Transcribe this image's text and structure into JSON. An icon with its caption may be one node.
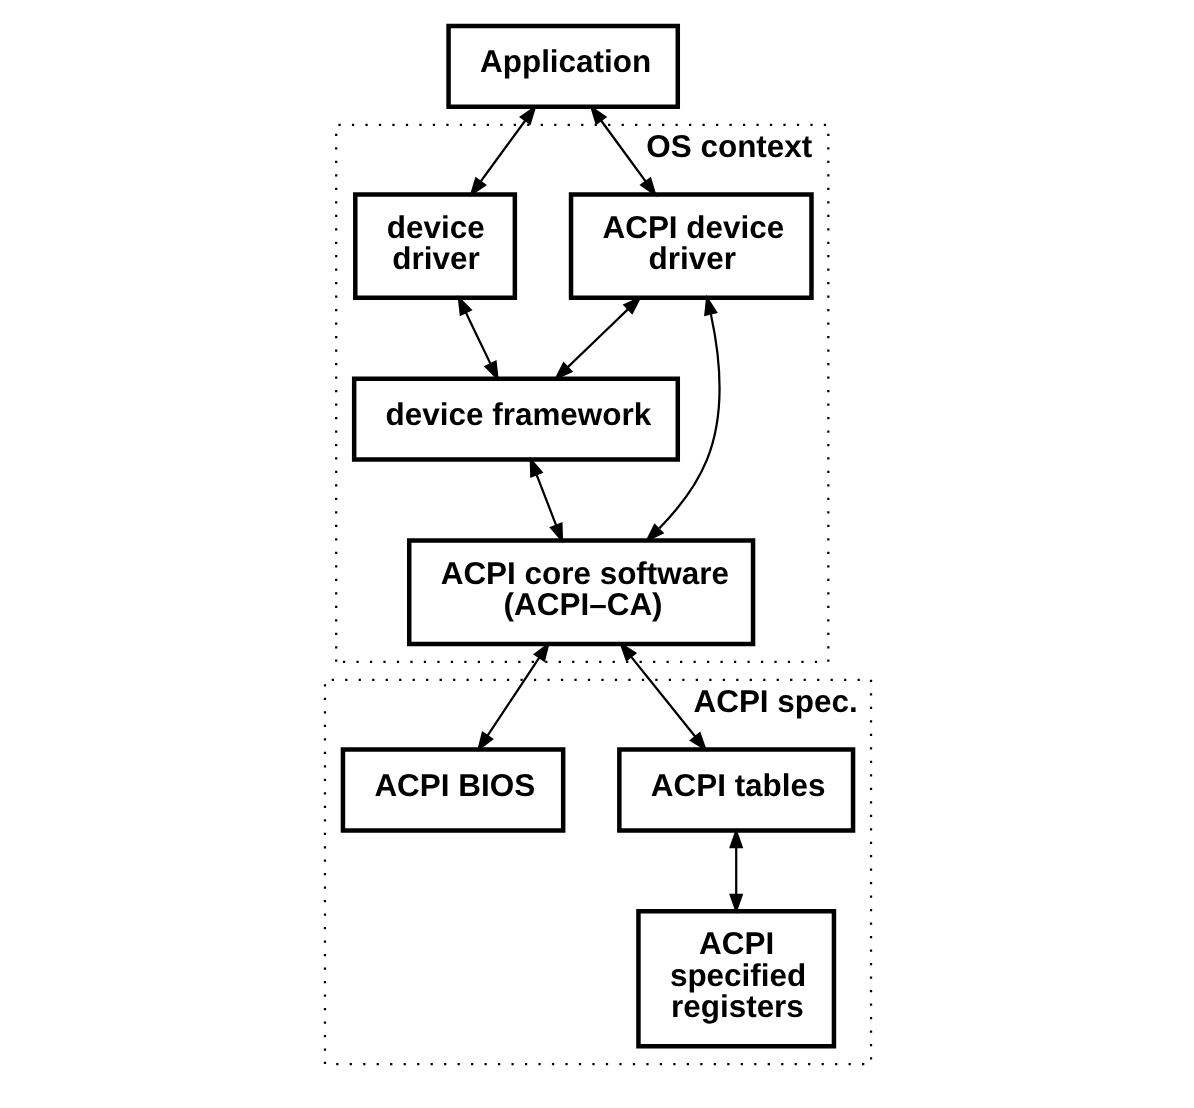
{
  "diagram": {
    "nodes": [
      {
        "text": [
          "Application"
        ]
      },
      {
        "text": [
          "OS context"
        ]
      },
      {
        "text": [
          "device driver"
        ],
        "in": 1
      },
      {
        "text": [
          "ACPI device driver"
        ],
        "in": 1
      },
      {
        "text": [
          "device framework"
        ],
        "in": 1
      },
      {
        "text": [
          "ACPI core software (ACPI–CA)"
        ],
        "in": 1
      },
      {
        "text": [
          "ACPI spec."
        ]
      },
      {
        "text": [
          "ACPI BIOS"
        ],
        "in": 6
      },
      {
        "text": [
          "ACPI tables"
        ],
        "in": 6
      },
      {
        "text": [
          "ACPI specified registers"
        ],
        "in": 6
      }
    ],
    "edges": [
      {
        "from": 0,
        "to": 2,
        "arrow": "both"
      },
      {
        "from": 0,
        "to": 3,
        "arrow": "both"
      },
      {
        "from": 2,
        "to": 4,
        "arrow": "both"
      },
      {
        "from": 3,
        "to": 4,
        "arrow": "both"
      },
      {
        "from": 4,
        "to": 5,
        "arrow": "both"
      },
      {
        "from": 3,
        "to": 5,
        "arrow": "both"
      },
      {
        "from": 5,
        "to": 7,
        "arrow": "both"
      },
      {
        "from": 5,
        "to": 8,
        "arrow": "both"
      },
      {
        "from": 8,
        "to": 9,
        "arrow": "both"
      }
    ]
  }
}
